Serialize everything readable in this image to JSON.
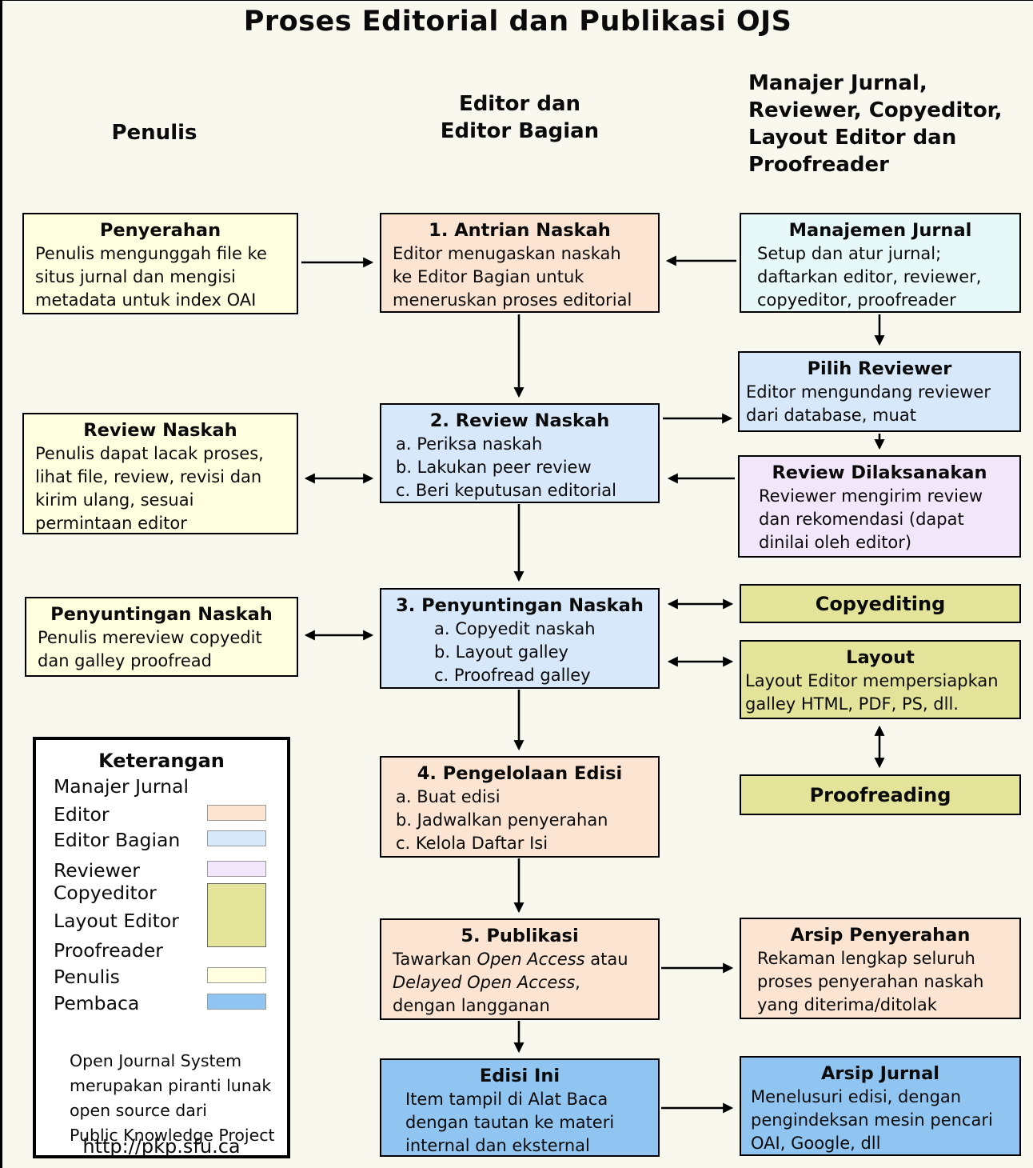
{
  "title": "Proses Editorial dan Publikasi OJS",
  "column_headers": {
    "penulis": "Penulis",
    "editor": "Editor dan\nEditor Bagian",
    "others": "Manajer Jurnal,\nReviewer, Copyeditor,\nLayout Editor dan\nProofreader"
  },
  "colors": {
    "background": "#f8f8ee",
    "penulis": "#ffffe0",
    "editor": "#fbe5d2",
    "editor_bagian": "#d7e8fa",
    "manajer_jurnal": "#e6f8f8",
    "reviewer": "#f1e6fa",
    "copyeditor_layout_proofreader": "#e3e49a",
    "pembaca": "#90c5f2",
    "line": "#000000"
  },
  "boxes": [
    {
      "id": "penyerahan",
      "title": "Penyerahan",
      "body": "Penulis mengunggah file ke\nsitus jurnal dan mengisi\nmetadata untuk index OAI",
      "role": "penulis"
    },
    {
      "id": "antrian",
      "title": "1. Antrian Naskah",
      "body": "Editor menugaskan naskah\nke Editor Bagian untuk\nmeneruskan proses editorial",
      "role": "editor"
    },
    {
      "id": "manajemen_jurnal",
      "title": "Manajemen Jurnal",
      "body": "Setup dan atur jurnal;\ndaftarkan editor, reviewer,\ncopyeditor, proofreader",
      "role": "manajer_jurnal"
    },
    {
      "id": "review_naskah_penulis",
      "title": "Review Naskah",
      "body": "Penulis dapat lacak proses,\nlihat file, review, revisi dan\nkirim ulang, sesuai\npermintaan editor",
      "role": "penulis"
    },
    {
      "id": "review_naskah",
      "title": "2. Review Naskah",
      "body": "a. Periksa naskah\nb. Lakukan peer review\nc. Beri keputusan editorial",
      "role": "editor_bagian"
    },
    {
      "id": "pilih_reviewer",
      "title": "Pilih Reviewer",
      "body": "Editor mengundang reviewer\ndari database, muat",
      "role": "editor_bagian"
    },
    {
      "id": "review_dilaksanakan",
      "title": "Review Dilaksanakan",
      "body": "Reviewer mengirim review\ndan rekomendasi (dapat\ndinilai oleh editor)",
      "role": "reviewer"
    },
    {
      "id": "penyuntingan_penulis",
      "title": "Penyuntingan Naskah",
      "body": "Penulis mereview copyedit\ndan galley proofread",
      "role": "penulis"
    },
    {
      "id": "penyuntingan",
      "title": "3. Penyuntingan Naskah",
      "body": "a. Copyedit naskah\nb. Layout galley\nc. Proofread galley",
      "role": "editor_bagian"
    },
    {
      "id": "copyediting",
      "title": "Copyediting",
      "body": "",
      "role": "copyeditor_layout_proofreader"
    },
    {
      "id": "layout",
      "title": "Layout",
      "body": "Layout Editor mempersiapkan\ngalley HTML, PDF, PS, dll.",
      "role": "copyeditor_layout_proofreader"
    },
    {
      "id": "proofreading",
      "title": "Proofreading",
      "body": "",
      "role": "copyeditor_layout_proofreader"
    },
    {
      "id": "pengelolaan_edisi",
      "title": "4. Pengelolaan Edisi",
      "body": "a. Buat edisi\nb. Jadwalkan penyerahan\nc. Kelola Daftar Isi",
      "role": "editor"
    },
    {
      "id": "publikasi",
      "title": "5. Publikasi",
      "body_segments": [
        {
          "text": "Tawarkan ",
          "italic": false
        },
        {
          "text": "Open Access",
          "italic": true
        },
        {
          "text": " atau\n",
          "italic": false
        },
        {
          "text": "Delayed Open Access",
          "italic": true
        },
        {
          "text": ",\ndengan langganan",
          "italic": false
        }
      ],
      "role": "editor"
    },
    {
      "id": "arsip_penyerahan",
      "title": "Arsip Penyerahan",
      "body": "Rekaman lengkap seluruh\nproses penyerahan naskah\nyang diterima/ditolak",
      "role": "editor"
    },
    {
      "id": "edisi_ini",
      "title": "Edisi Ini",
      "body": "Item tampil di Alat Baca\ndengan tautan ke materi\ninternal dan eksternal",
      "role": "pembaca"
    },
    {
      "id": "arsip_jurnal",
      "title": "Arsip Jurnal",
      "body": "Menelusuri edisi, dengan\npengindeksan mesin pencari\nOAI, Google, dll",
      "role": "pembaca"
    }
  ],
  "legend": {
    "title": "Keterangan",
    "entries": [
      {
        "label": "Manajer Jurnal",
        "swatch": null
      },
      {
        "label": "Editor",
        "swatch": "editor"
      },
      {
        "label": "Editor Bagian",
        "swatch": "editor_bagian"
      },
      {
        "label": "Reviewer",
        "swatch": "reviewer"
      },
      {
        "label": "Copyeditor",
        "swatch": "copyeditor_layout_proofreader"
      },
      {
        "label": "Layout Editor",
        "swatch": "copyeditor_layout_proofreader"
      },
      {
        "label": "Proofreader",
        "swatch": "copyeditor_layout_proofreader"
      },
      {
        "label": "Penulis",
        "swatch": "penulis"
      },
      {
        "label": "Pembaca",
        "swatch": "pembaca"
      }
    ],
    "note": "Open Journal System\nmerupakan piranti lunak\nopen source dari\nPublic Knowledge Project",
    "url": "http://pkp.sfu.ca"
  }
}
